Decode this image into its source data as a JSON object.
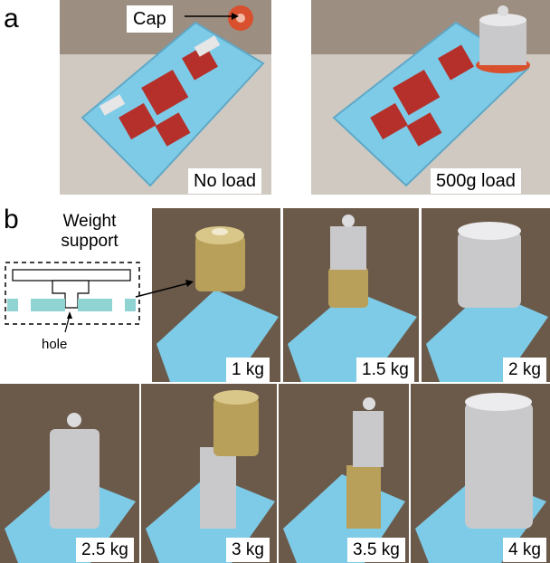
{
  "panel_a": {
    "letter": "a",
    "cap_label": "Cap",
    "left_photo_label": "No load",
    "right_photo_label": "500g load"
  },
  "panel_b": {
    "letter": "b",
    "diagram_title": "Weight\nsupport",
    "hole_label": "hole",
    "photo_labels": [
      "1 kg",
      "1.5 kg",
      "2 kg",
      "2.5 kg",
      "3 kg",
      "3.5 kg",
      "4 kg"
    ]
  },
  "colors": {
    "board_blue": "#7ecbe8",
    "pcb_red": "#b5302a",
    "cap_red": "#d9502e",
    "brass": "#b8a05a",
    "chrome": "#c9c9cc",
    "table_brown": "#6b5a4a"
  }
}
